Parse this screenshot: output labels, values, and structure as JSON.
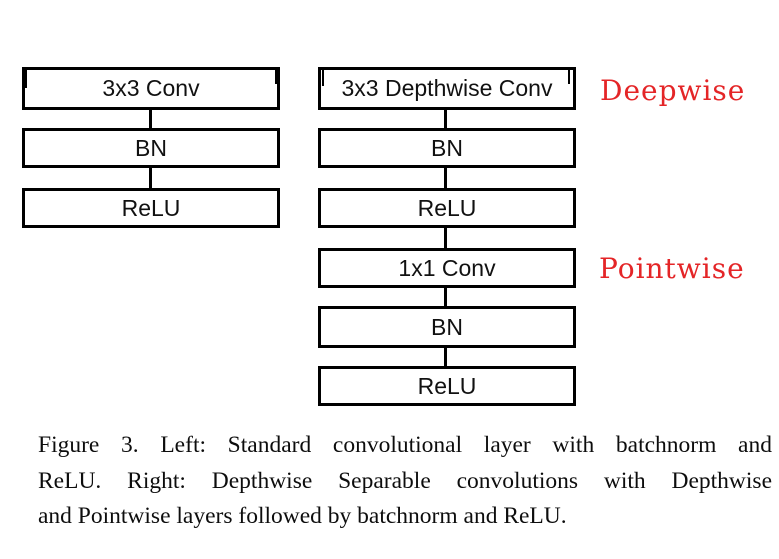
{
  "diagram": {
    "left_column": {
      "boxes": [
        "3x3 Conv",
        "BN",
        "ReLU"
      ]
    },
    "right_column": {
      "boxes": [
        "3x3 Depthwise Conv",
        "BN",
        "ReLU",
        "1x1 Conv",
        "BN",
        "ReLU"
      ]
    },
    "annotations": {
      "depthwise_label": "Deepwise",
      "pointwise_label": "Pointwise",
      "label_color": "#e42527"
    },
    "box_border_color": "#000000"
  },
  "caption": {
    "lines": [
      "Figure 3. Left: Standard convolutional layer with batchnorm and",
      "ReLU. Right: Depthwise Separable convolutions with Depthwise",
      "and Pointwise layers followed by batchnorm and ReLU."
    ]
  }
}
